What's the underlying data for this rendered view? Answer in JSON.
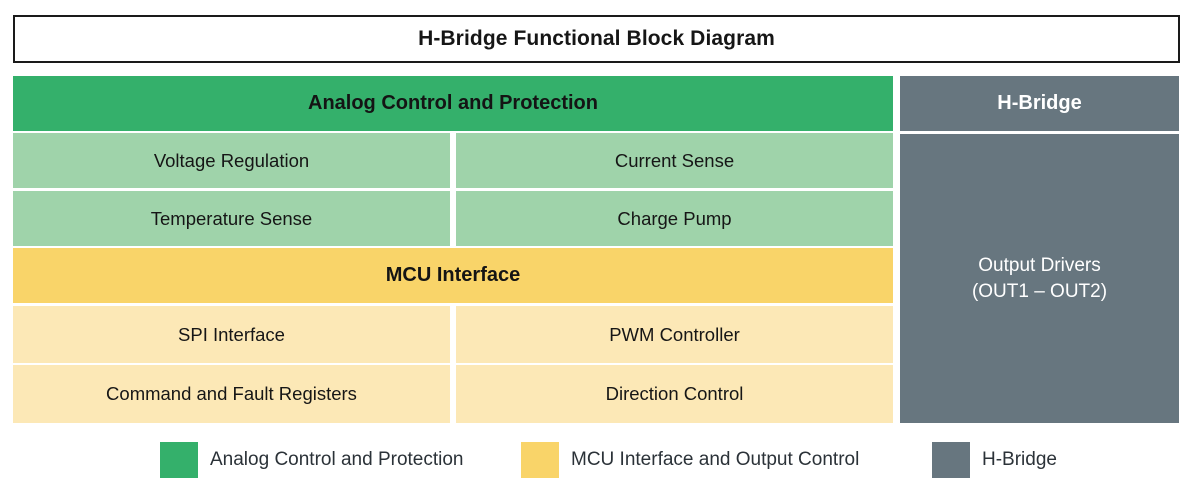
{
  "title": {
    "text": "H-Bridge Functional Block Diagram"
  },
  "colors": {
    "analog_header": "#34B06B",
    "analog_block": "#9FD3AA",
    "mcu_header": "#F9D469",
    "mcu_block": "#FCE8B6",
    "hbridge": "#67767F",
    "title_border": "#1a1a1a",
    "background": "#FFFFFF"
  },
  "left_column": {
    "analog_section": {
      "header": "Analog Control and Protection",
      "rows": [
        {
          "left": "Voltage Regulation",
          "right": "Current Sense"
        },
        {
          "left": "Temperature Sense",
          "right": "Charge Pump"
        }
      ]
    },
    "mcu_section": {
      "header": "MCU Interface",
      "rows": [
        {
          "left": "SPI Interface",
          "right": "PWM Controller"
        },
        {
          "left": "Command and Fault Registers",
          "right": "Direction Control"
        }
      ]
    }
  },
  "right_column": {
    "header": "H-Bridge",
    "body_line1": "Output Drivers",
    "body_line2": "(OUT1 – OUT2)"
  },
  "legend": {
    "items": [
      {
        "label": "Analog Control and Protection",
        "color": "#34B06B"
      },
      {
        "label": "MCU Interface and Output Control",
        "color": "#F9D469"
      },
      {
        "label": "H-Bridge",
        "color": "#67767F"
      }
    ]
  }
}
